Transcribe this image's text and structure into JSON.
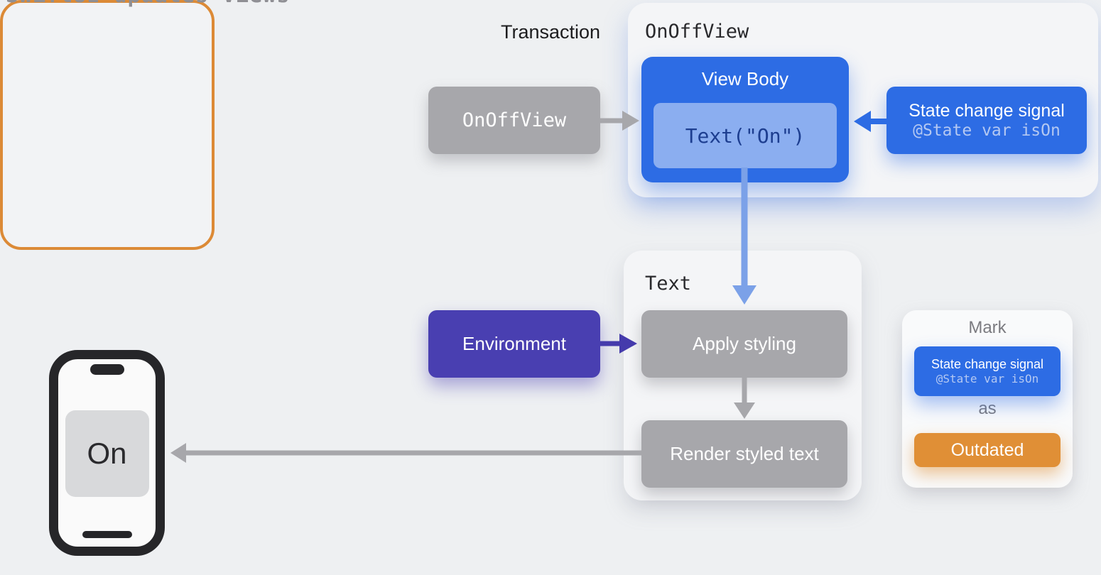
{
  "caption": {
    "text": "SwiftUI updates views"
  },
  "onoff_card": {
    "title": "OnOffView",
    "view_body": {
      "title": "View Body",
      "code": "Text(\"On\")"
    },
    "state_signal": {
      "title": "State change signal",
      "code": "@State var isOn"
    }
  },
  "source_box": {
    "label": "OnOffView"
  },
  "environment_box": {
    "label": "Environment"
  },
  "text_card": {
    "title": "Text",
    "steps": [
      "Apply styling",
      "Render styled text"
    ]
  },
  "transaction_card": {
    "title": "Transaction",
    "mark_label": "Mark",
    "signal": {
      "title": "State change signal",
      "code": "@State var isOn"
    },
    "as_label": "as",
    "outdated_label": "Outdated"
  },
  "phone": {
    "screen_label": "On"
  },
  "colors": {
    "page_background": "#eef0f2",
    "card_background": "#f4f5f7",
    "blue": "#2d6ce4",
    "light_blue_arrow": "#7ba1e8",
    "code_chip_text": "#1d3e90",
    "code_subtext": "#b4c8f2",
    "gray_node": "#a7a7ab",
    "indigo": "#493fb1",
    "orange": "#e08f36",
    "orange_border": "#dc8a36",
    "phone_frame": "#262629",
    "muted_text": "#7b7b80",
    "title_text": "#29292c"
  }
}
